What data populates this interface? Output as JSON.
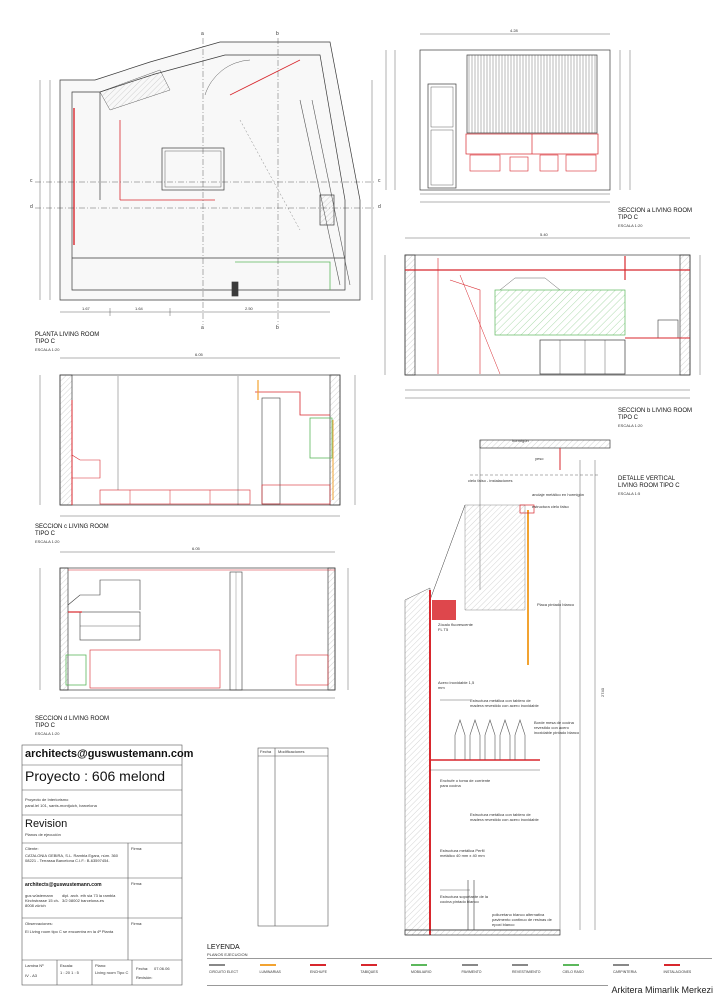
{
  "sheet": {
    "watermark": "Arkitera Mimarlık Merkezi",
    "colors": {
      "red": "#d8272d",
      "orange": "#f2a331",
      "green": "#5cb85c",
      "line": "#3a3a3a",
      "hatch": "#c4c4c4"
    }
  },
  "drawings": {
    "plan": {
      "title": "PLANTA LIVING ROOM",
      "subtitle": "TIPO C",
      "scale": "ESCALA 1:20"
    },
    "sec_a": {
      "title": "SECCION a LIVING ROOM",
      "subtitle": "TIPO C",
      "scale": "ESCALA 1:20"
    },
    "sec_b": {
      "title": "SECCION b LIVING ROOM",
      "subtitle": "TIPO C",
      "scale": "ESCALA 1:20"
    },
    "sec_c": {
      "title": "SECCION c LIVING ROOM",
      "subtitle": "TIPO C",
      "scale": "ESCALA 1:20"
    },
    "sec_d": {
      "title": "SECCION d LIVING ROOM",
      "subtitle": "TIPO C",
      "scale": "ESCALA 1:20"
    },
    "detail": {
      "title": "DETALLE VERTICAL",
      "subtitle": "LIVING ROOM TIPO C",
      "scale": "ESCALA 1:5"
    }
  },
  "plan_marks": {
    "a": "a",
    "b": "b",
    "c": "c",
    "d": "d"
  },
  "dimensions": {
    "plan_bottom": [
      "1.67",
      "1.64",
      "2.50"
    ],
    "sec_a_top": "4.28",
    "sec_b_top": "5.40",
    "sec_c_top": "6.05",
    "sec_d_top": "6.05",
    "detail_height": "2740"
  },
  "detail_notes": {
    "hormigon": "hormigón",
    "yeso": "yeso",
    "cielo_falso": "cielo falso - instalaciones",
    "anclaje": "anclaje metálico en hormigón",
    "estructura": "estructura cielo falso",
    "placa": "Placa pintado blanco",
    "zocalo": "Zócalo fluorescente FL T5",
    "acero": "Acero inoxidable 1,5 mm",
    "estructura_metalica": "Estructura metálica con tablero de madera revestido con acero inoxidable",
    "borde": "Borde mesa de cocina revestido con acero inoxidable pintado blanco",
    "enchufe": "Enchufe o toma de corriente para cocina",
    "estructura_metalica_2": "Estructura metálica con tablero de madera revestido con acero inoxidable",
    "perfil": "Estructura metálica Perfil metálico 40 mm x 40 mm",
    "soporte": "Estructura soportante de la cocina pintado blanco",
    "poliuretano": "poliuretano blanco alternativa pavimento continuo de resinas de epoxi blanco"
  },
  "title_block": {
    "email": "architects@guswustemann.com",
    "project": "Proyecto : 606 melond",
    "desc1": "Proyecto de Interiorismo",
    "desc2": "paral.lel 101, sants-montjuich, barcelona",
    "revision": "Revision",
    "revision_sub": "Planos de ejecución",
    "cliente_label": "Cliente:",
    "firma_label": "Firma:",
    "cliente": "CATALONIA GEBIRA, S.L. Rambla Egara, núm. 360 08221 - Terrassa Barcelona C.I.F.: B-63597454.",
    "arch_email": "architects@guswustemann.com",
    "office1": "gus wüstemann Kirchstrasse 15 ch-8008 zürich",
    "office2": "dipl. arch. eth sia 73 la rambla 3/2 08002 barcelona-es",
    "observ_label": "Observaciones:",
    "observ": "El Living room tipo C se encuentra en la 4ª Planta",
    "lamina_label": "Lamina Nº",
    "lamina": "IV - A3",
    "escala_label": "Escala:",
    "escala": "1 : 20 1 : 5",
    "plano_label": "Plano:",
    "plano": "Living room Tipo C",
    "fecha_label": "Fecha:",
    "fecha": "07.06.06",
    "revision_label": "Revisión:"
  },
  "rev_table": {
    "col1": "Fecha",
    "col2": "Modificaciones"
  },
  "legend": {
    "title": "LEYENDA",
    "subtitle": "PLANOS EJECUCION",
    "items": [
      {
        "label": "CIRCUITO ELECT",
        "color": "#888888"
      },
      {
        "label": "LUMINARIAS",
        "color": "#f2a331"
      },
      {
        "label": "ENCHUFE",
        "color": "#d8272d"
      },
      {
        "label": "TABIQUES",
        "color": "#d8272d"
      },
      {
        "label": "MOBILIARIO",
        "color": "#5cb85c"
      },
      {
        "label": "PAVIMENTO",
        "color": "#888888"
      },
      {
        "label": "REVESTIMIENTO",
        "color": "#888888"
      },
      {
        "label": "CIELO RASO",
        "color": "#5cb85c"
      },
      {
        "label": "CARPINTERIA",
        "color": "#888888"
      },
      {
        "label": "INSTALACIONES",
        "color": "#d8272d"
      }
    ]
  }
}
